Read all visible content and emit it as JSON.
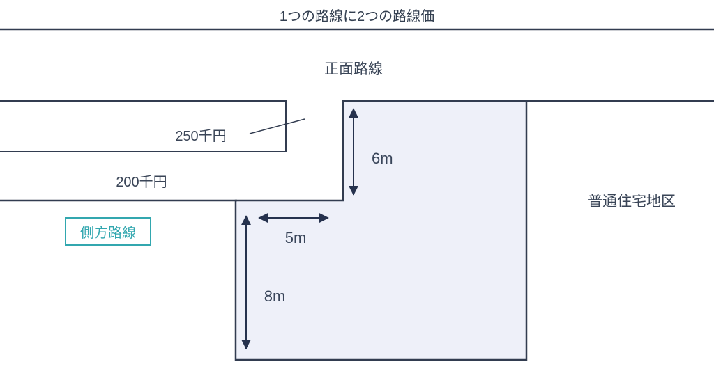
{
  "title": "1つの路線に2つの路線価",
  "labels": {
    "front_road": "正面路線",
    "side_road": "側方路線",
    "district": "普通住宅地区",
    "price_upper": "250千円",
    "price_lower": "200千円"
  },
  "dimensions": {
    "right_depth": "6m",
    "notch_width": "5m",
    "left_depth": "8m"
  },
  "colors": {
    "line": "#323c50",
    "text": "#3a4557",
    "accent_teal": "#32a7af",
    "parcel_fill": "#eef0f9"
  }
}
